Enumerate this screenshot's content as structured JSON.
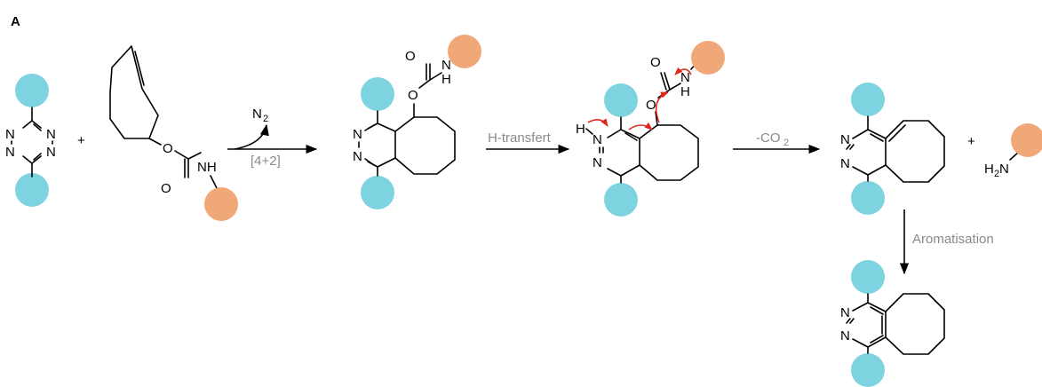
{
  "panel_label": "A",
  "atoms": {
    "N": "N",
    "O": "O",
    "H": "H",
    "NH": "NH",
    "two": "2"
  },
  "plus": "+",
  "reagents": {
    "n2_main": "N",
    "n2_sub": "2",
    "cycloaddition": "[4+2]"
  },
  "steps": {
    "h_transfer": "H-transfert",
    "decarboxylation_main": "-CO",
    "decarboxylation_sub": "2",
    "aromatisation": "Aromatisation"
  },
  "colors": {
    "tetrazine_substituent": "#7dd3df",
    "cargo": "#f0a878",
    "condition_text": "#8a8a8a",
    "electron_arrow": "#e0261b"
  }
}
